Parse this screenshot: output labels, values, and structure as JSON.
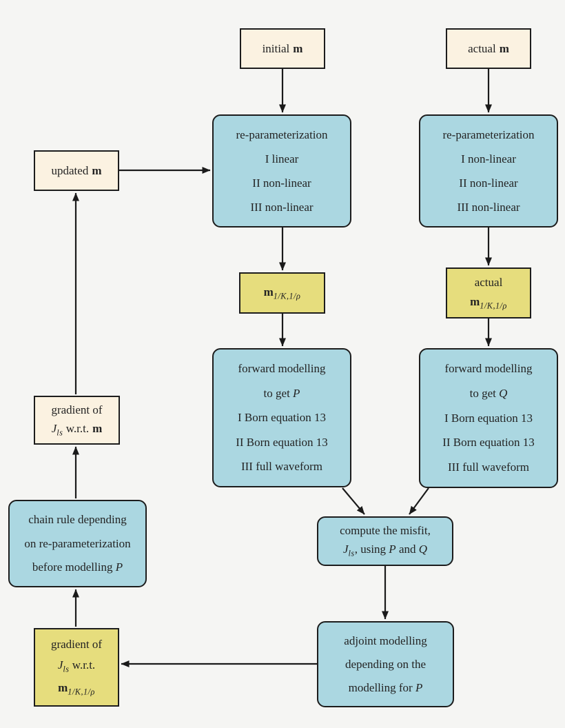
{
  "title": "FWI re-parameterization flowchart",
  "colors": {
    "background": "#f5f5f3",
    "box_cream": "#fbf2e1",
    "box_blue": "#abd7e1",
    "box_yellow": "#e6dd7d",
    "border": "#1c1c1c",
    "arrow": "#1a1a1a"
  },
  "boxes": {
    "initial_m": {
      "text": "initial",
      "var": "m"
    },
    "actual_m": {
      "text": "actual",
      "var": "m"
    },
    "reparam_left": {
      "l1": "re-parameterization",
      "l2": "I linear",
      "l3": "II non-linear",
      "l4": "III non-linear"
    },
    "reparam_right": {
      "l1": "re-parameterization",
      "l2": "I non-linear",
      "l3": "II non-linear",
      "l4": "III non-linear"
    },
    "updated_m": {
      "text": "updated",
      "var": "m"
    },
    "m_param": {
      "var": "m",
      "sub": "1/K,1/ρ"
    },
    "actual_m_param": {
      "l1": "actual",
      "var": "m",
      "sub": "1/K,1/ρ"
    },
    "forward_p": {
      "l1": "forward modelling",
      "l2pre": "to get ",
      "l2var": "P",
      "l3": "I Born equation 13",
      "l4": "II Born equation 13",
      "l5": "III full waveform"
    },
    "forward_q": {
      "l1": "forward modelling",
      "l2pre": "to get ",
      "l2var": "Q",
      "l3": "I Born equation 13",
      "l4": "II Born equation 13",
      "l5": "III full waveform"
    },
    "compute_misfit": {
      "l1": "compute the misfit,",
      "jvar": "J",
      "jsub": "ls",
      "mid": ", using ",
      "pvar": "P",
      "and": " and ",
      "qvar": "Q"
    },
    "adjoint": {
      "l1": "adjoint modelling",
      "l2": "depending on the",
      "l3pre": "modelling for ",
      "l3var": "P"
    },
    "gradient_m": {
      "l1": "gradient of",
      "jvar": "J",
      "jsub": "ls",
      "wrt": " w.r.t.",
      "mvar": "m"
    },
    "gradient_param": {
      "l1": "gradient of",
      "jvar": "J",
      "jsub": "ls",
      "wrt": " w.r.t.",
      "mvar": "m",
      "msub": "1/K,1/ρ"
    },
    "chain_rule": {
      "l1": "chain rule depending",
      "l2": "on re-parameterization",
      "l3pre": "before modelling ",
      "l3var": "P"
    }
  }
}
